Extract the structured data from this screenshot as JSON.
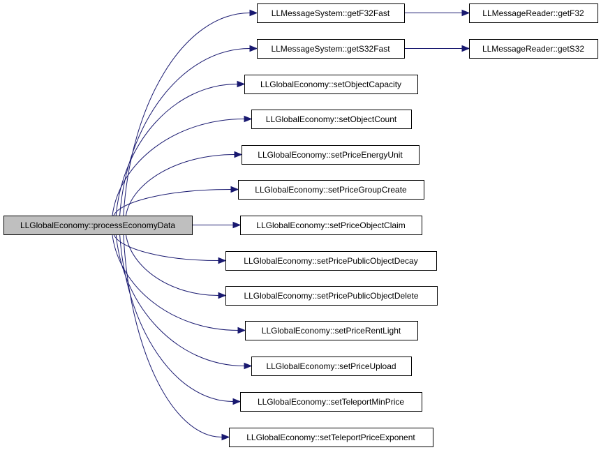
{
  "diagram": {
    "edge_color": "#191970",
    "root_fill": "#bfbfbf",
    "nodes": [
      {
        "id": "root",
        "label": "LLGlobalEconomy::processEconomyData",
        "root": true
      },
      {
        "id": "getF32Fast",
        "label": "LLMessageSystem::getF32Fast"
      },
      {
        "id": "getS32Fast",
        "label": "LLMessageSystem::getS32Fast"
      },
      {
        "id": "setObjectCapacity",
        "label": "LLGlobalEconomy::setObjectCapacity"
      },
      {
        "id": "setObjectCount",
        "label": "LLGlobalEconomy::setObjectCount"
      },
      {
        "id": "setPriceEnergyUnit",
        "label": "LLGlobalEconomy::setPriceEnergyUnit"
      },
      {
        "id": "setPriceGroupCreate",
        "label": "LLGlobalEconomy::setPriceGroupCreate"
      },
      {
        "id": "setPriceObjectClaim",
        "label": "LLGlobalEconomy::setPriceObjectClaim"
      },
      {
        "id": "setPricePublicObjectDecay",
        "label": "LLGlobalEconomy::setPricePublicObjectDecay"
      },
      {
        "id": "setPricePublicObjectDelete",
        "label": "LLGlobalEconomy::setPricePublicObjectDelete"
      },
      {
        "id": "setPriceRentLight",
        "label": "LLGlobalEconomy::setPriceRentLight"
      },
      {
        "id": "setPriceUpload",
        "label": "LLGlobalEconomy::setPriceUpload"
      },
      {
        "id": "setTeleportMinPrice",
        "label": "LLGlobalEconomy::setTeleportMinPrice"
      },
      {
        "id": "setTeleportPriceExponent",
        "label": "LLGlobalEconomy::setTeleportPriceExponent"
      },
      {
        "id": "getF32",
        "label": "LLMessageReader::getF32"
      },
      {
        "id": "getS32",
        "label": "LLMessageReader::getS32"
      }
    ],
    "edges": [
      {
        "from": "root",
        "to": "getF32Fast"
      },
      {
        "from": "root",
        "to": "getS32Fast"
      },
      {
        "from": "root",
        "to": "setObjectCapacity"
      },
      {
        "from": "root",
        "to": "setObjectCount"
      },
      {
        "from": "root",
        "to": "setPriceEnergyUnit"
      },
      {
        "from": "root",
        "to": "setPriceGroupCreate"
      },
      {
        "from": "root",
        "to": "setPriceObjectClaim"
      },
      {
        "from": "root",
        "to": "setPricePublicObjectDecay"
      },
      {
        "from": "root",
        "to": "setPricePublicObjectDelete"
      },
      {
        "from": "root",
        "to": "setPriceRentLight"
      },
      {
        "from": "root",
        "to": "setPriceUpload"
      },
      {
        "from": "root",
        "to": "setTeleportMinPrice"
      },
      {
        "from": "root",
        "to": "setTeleportPriceExponent"
      },
      {
        "from": "getF32Fast",
        "to": "getF32"
      },
      {
        "from": "getS32Fast",
        "to": "getS32"
      }
    ]
  }
}
